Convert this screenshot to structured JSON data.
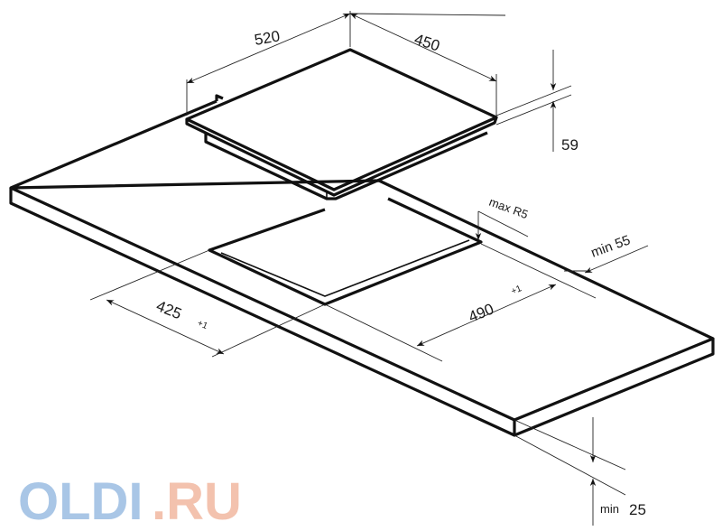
{
  "diagram": {
    "title": "Built-in hob installation dimensions",
    "hob_width": "520",
    "hob_depth": "450",
    "hob_height": "59",
    "cutout_width": "490",
    "cutout_width_tolerance": "+1",
    "cutout_depth": "425",
    "cutout_depth_tolerance": "+1",
    "corner_radius": "max R5",
    "edge_distance": "min 55",
    "countertop_thickness_prefix": "min",
    "countertop_thickness": "25"
  },
  "watermark": {
    "part1": "OLDI",
    "part2": ".RU",
    "color1": "#a9c6e6",
    "color2": "#f3c2ae"
  }
}
